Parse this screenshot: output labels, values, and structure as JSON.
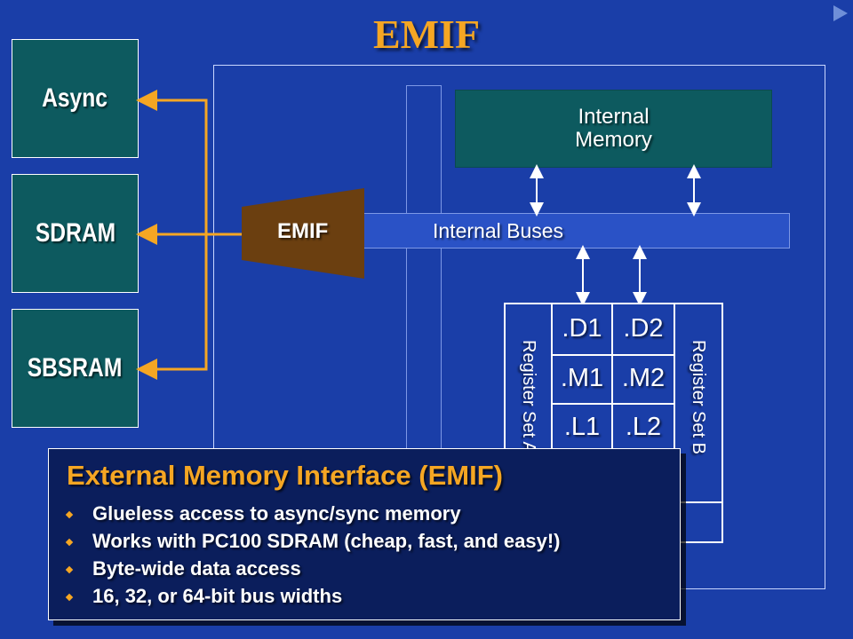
{
  "title": "EMIF",
  "memory_devices": [
    {
      "label": "Async"
    },
    {
      "label": "SDRAM"
    },
    {
      "label": "SBSRAM"
    }
  ],
  "emif_block": {
    "label": "EMIF",
    "color": "#6b3f10"
  },
  "internal_memory": {
    "line1": "Internal",
    "line2": "Memory"
  },
  "internal_buses": {
    "label": "Internal Buses"
  },
  "cpu": {
    "register_set_a": "Register Set A",
    "register_set_b": "Register Set B",
    "units": [
      ".D1",
      ".D2",
      ".M1",
      ".M2",
      ".L1",
      ".L2"
    ]
  },
  "info_panel": {
    "title": "External Memory Interface (EMIF)",
    "bullets": [
      "Glueless access to async/sync memory",
      "Works with PC100 SDRAM (cheap, fast, and easy!)",
      "Byte-wide data access",
      "16, 32, or 64-bit bus widths"
    ]
  },
  "colors": {
    "background": "#1a3ea8",
    "accent": "#f5a623",
    "teal_box": "#0d5a5f",
    "panel": "#0b1e5c"
  }
}
